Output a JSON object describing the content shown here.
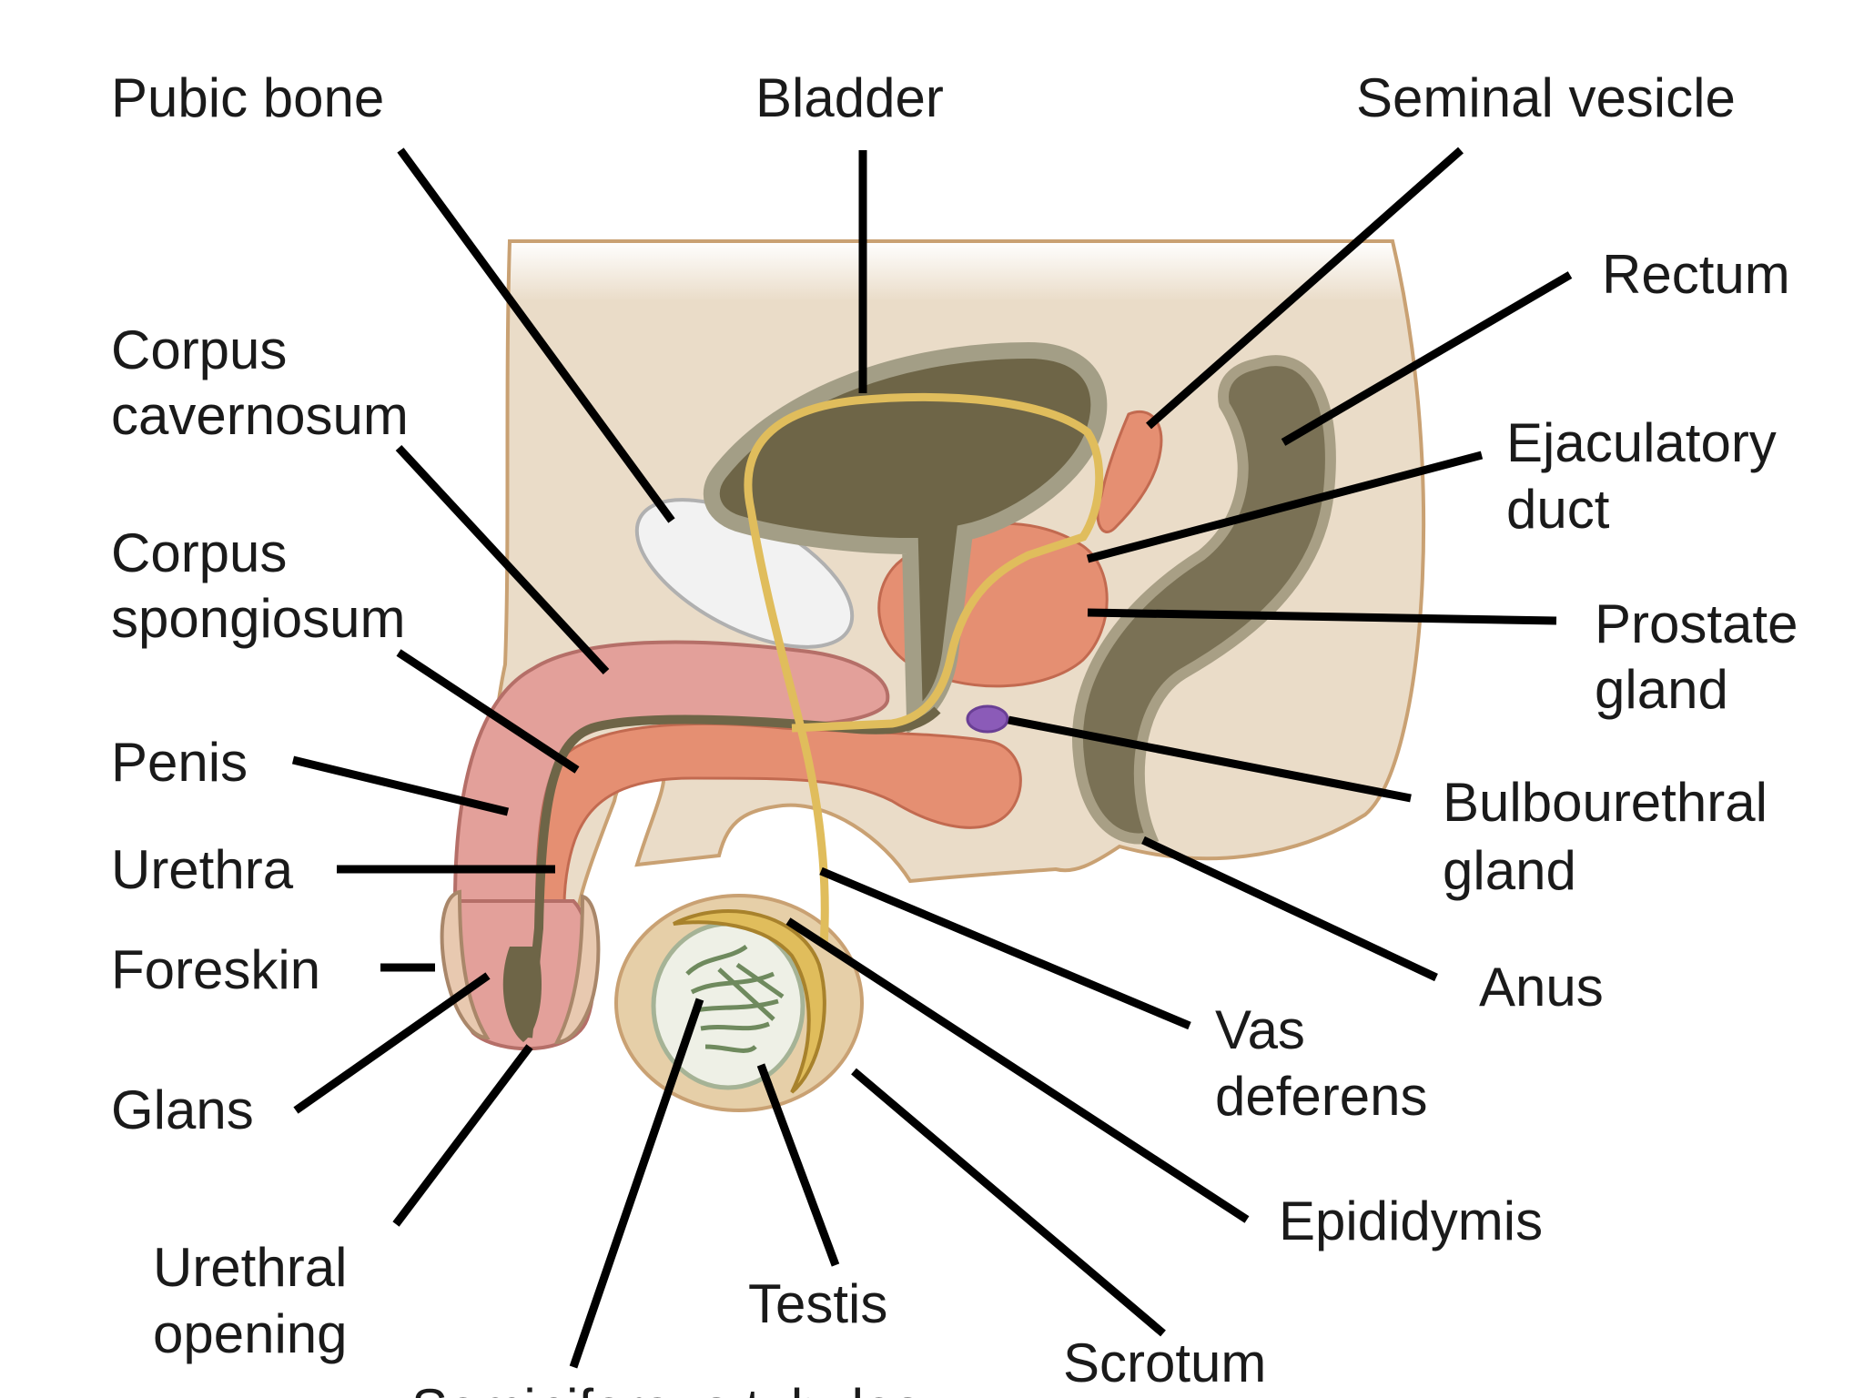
{
  "diagram": {
    "labels": {
      "pubic_bone": "Pubic bone",
      "bladder": "Bladder",
      "seminal_vesicle": "Seminal vesicle",
      "rectum": "Rectum",
      "corpus_cavernosum_1": "Corpus",
      "corpus_cavernosum_2": "cavernosum",
      "ejaculatory_duct_1": "Ejaculatory",
      "ejaculatory_duct_2": "duct",
      "corpus_spongiosum_1": "Corpus",
      "corpus_spongiosum_2": "spongiosum",
      "prostate_gland_1": "Prostate",
      "prostate_gland_2": "gland",
      "penis": "Penis",
      "bulbourethral_gland_1": "Bulbourethral",
      "bulbourethral_gland_2": "gland",
      "urethra": "Urethra",
      "anus": "Anus",
      "foreskin": "Foreskin",
      "vas_deferens_1": "Vas",
      "vas_deferens_2": "deferens",
      "glans": "Glans",
      "epididymis": "Epididymis",
      "urethral_opening_1": "Urethral",
      "urethral_opening_2": "opening",
      "testis": "Testis",
      "scrotum": "Scrotum",
      "seminiferous_tubules": "Seminiferous tubules"
    },
    "colors": {
      "body": "#eadcc8",
      "body_outline": "#c9a173",
      "bladder_wall": "#a39e86",
      "bladder_lumen": "#6e6547",
      "duct_yellow": "#e0bd5c",
      "prostate": "#e58f72",
      "penis_pink": "#e3a09a",
      "bone": "#f2f2f2",
      "bulbourethral": "#8b5bb8",
      "leader": "#000000"
    }
  }
}
